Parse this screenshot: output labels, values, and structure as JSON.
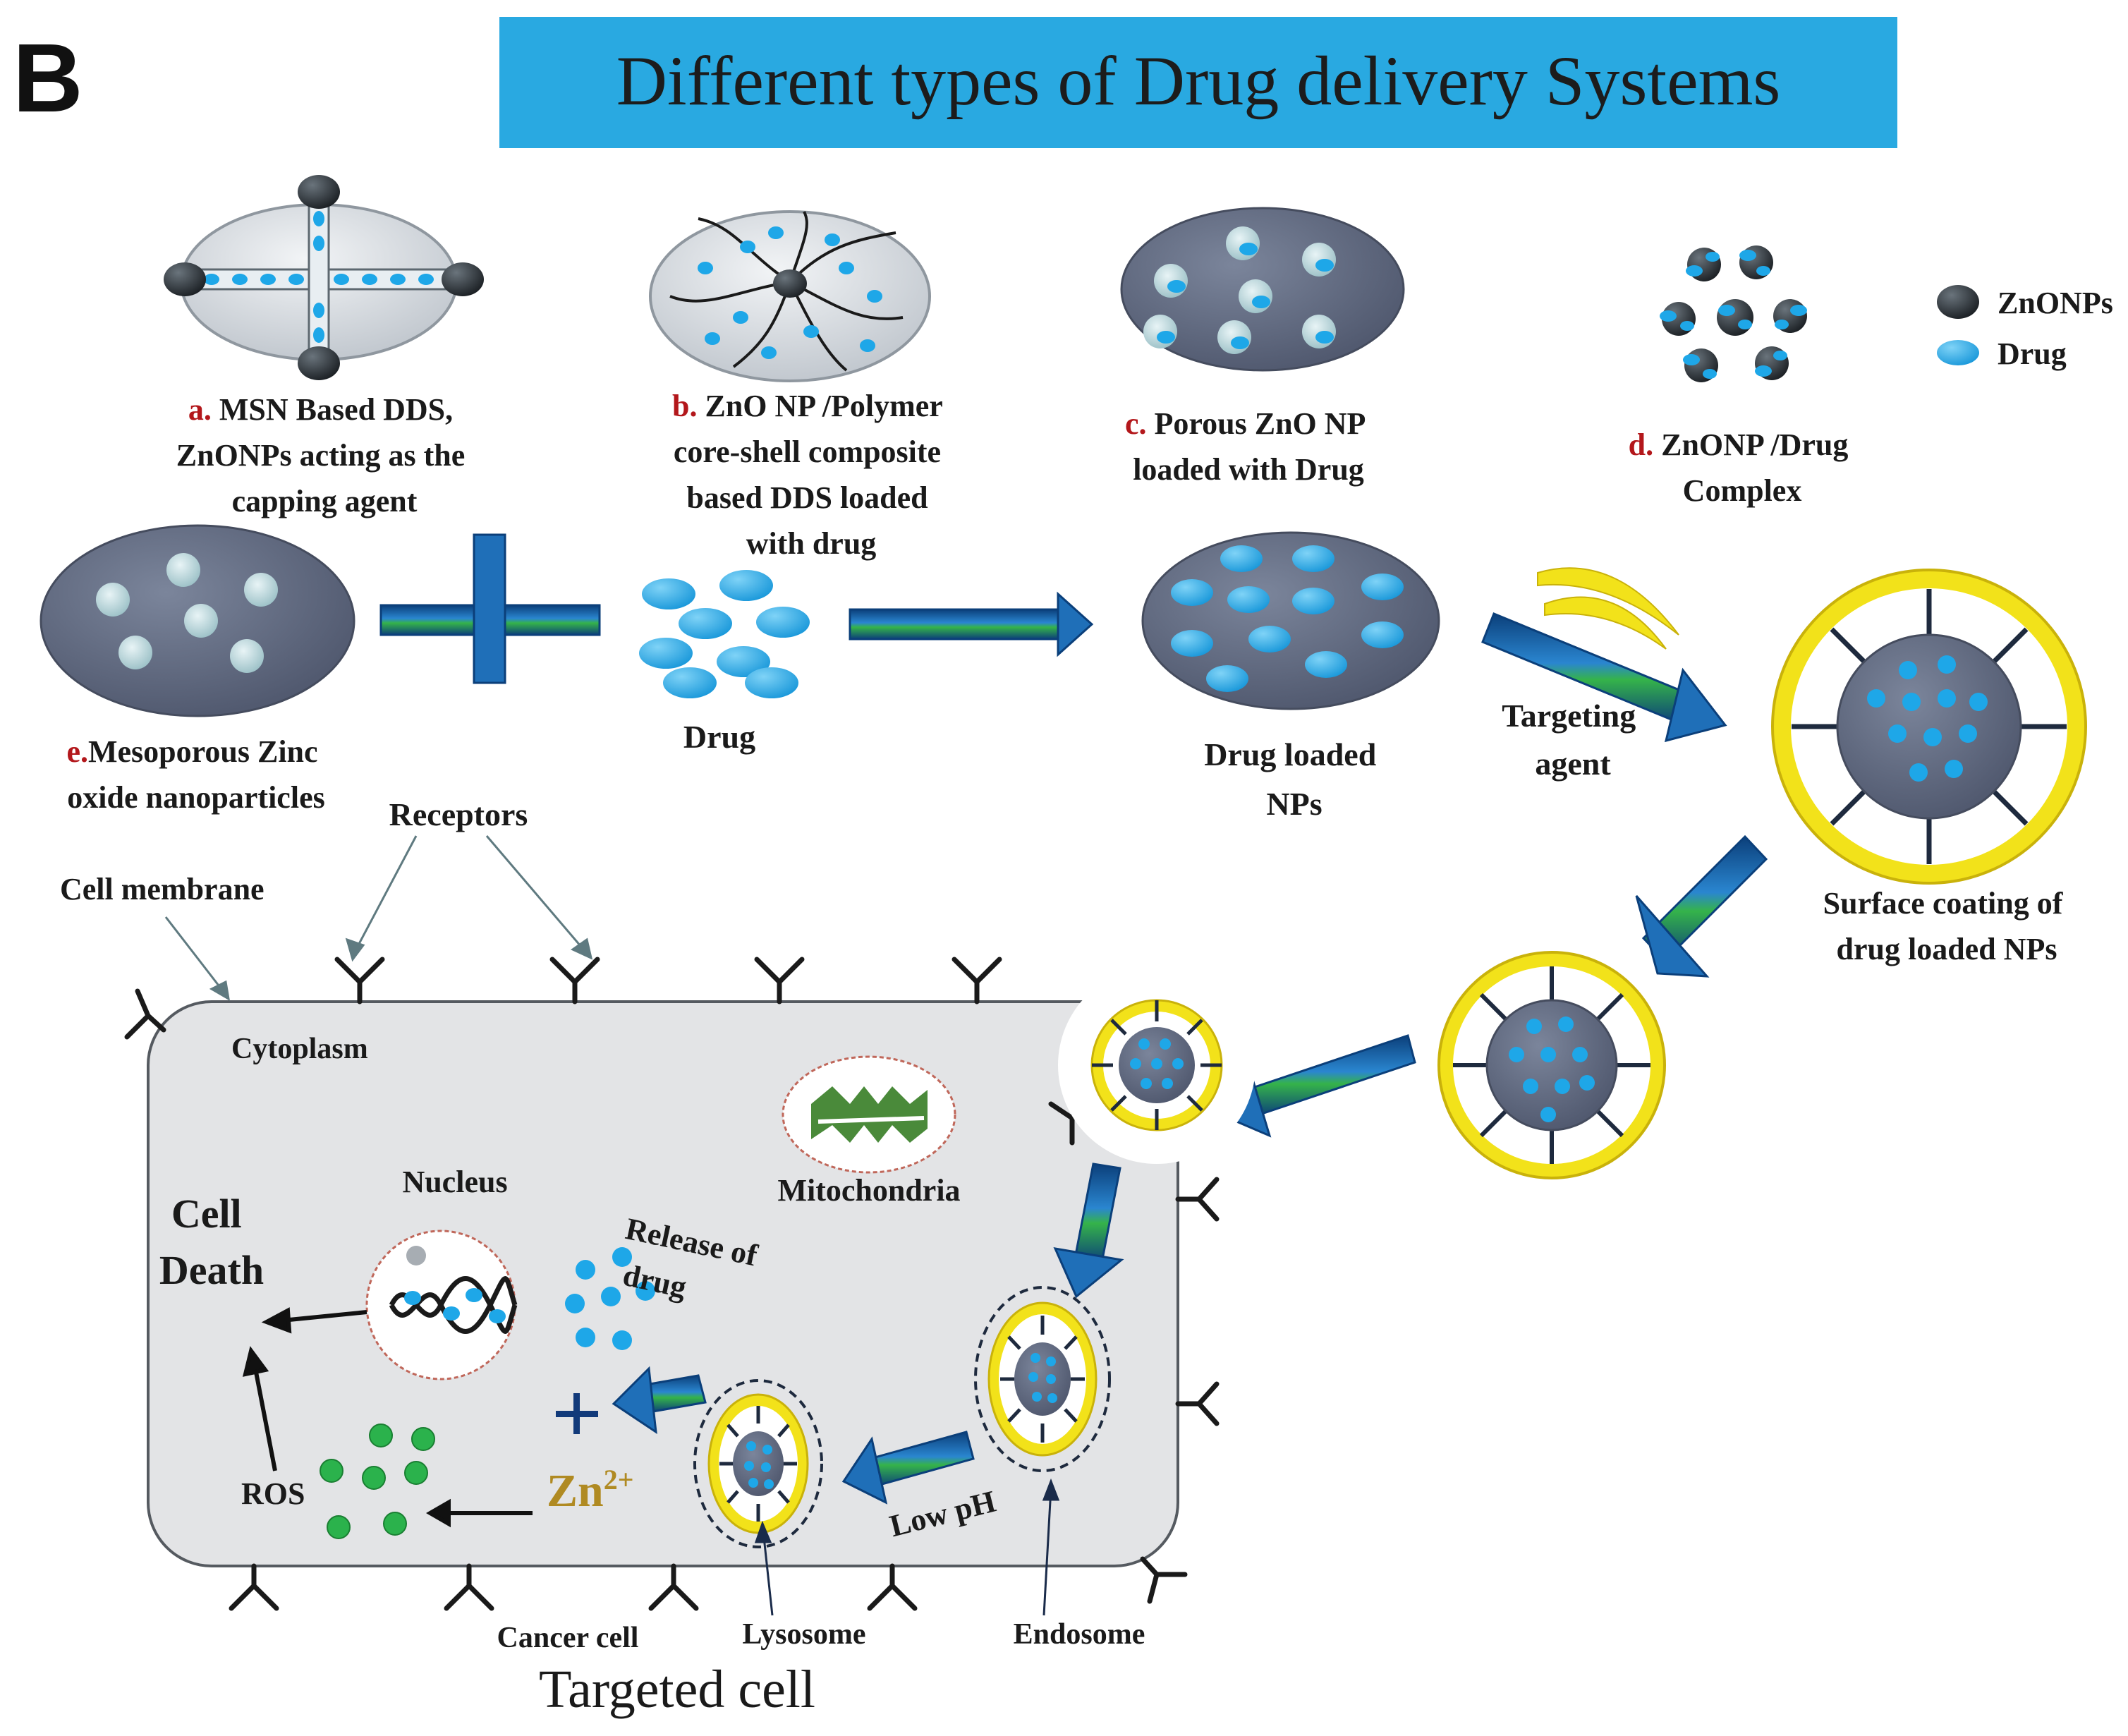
{
  "panel_letter": "B",
  "title": "Different types of Drug delivery Systems",
  "legend": {
    "items": [
      {
        "label": "ZnONPs",
        "icon": "zno-nanoparticle-icon",
        "color": "#20262b"
      },
      {
        "label": "Drug",
        "icon": "drug-capsule-icon",
        "color": "#1ea7e8"
      }
    ]
  },
  "systems": {
    "a": {
      "letter": "a.",
      "lines": [
        "MSN  Based DDS,",
        "ZnONPs  acting as the",
        "capping agent"
      ]
    },
    "b": {
      "letter": "b.",
      "lines": [
        "ZnO NP /Polymer",
        "core-shell composite",
        "based  DDS loaded",
        "with drug"
      ]
    },
    "c": {
      "letter": "c.",
      "lines": [
        "Porous  ZnO NP",
        "loaded with Drug"
      ]
    },
    "d": {
      "letter": "d.",
      "lines": [
        "ZnONP /Drug",
        "Complex"
      ]
    },
    "e": {
      "letter": "e.",
      "lines": [
        "Mesoporous Zinc",
        "oxide nanoparticles"
      ]
    }
  },
  "flow": {
    "drug": "Drug",
    "drug_loaded": [
      "Drug loaded",
      "NPs"
    ],
    "targeting_agent": [
      "Targeting",
      "agent"
    ],
    "surface_coating": [
      "Surface coating of",
      "drug loaded NPs"
    ]
  },
  "cell": {
    "receptors": "Receptors",
    "membrane": "Cell membrane",
    "cytoplasm": "Cytoplasm",
    "mitochondria": "Mitochondria",
    "nucleus": "Nucleus",
    "cell_death": [
      "Cell",
      "Death"
    ],
    "release_of_drug": [
      "Release of",
      "drug"
    ],
    "ros": "ROS",
    "zn_ion": "Zn",
    "zn_charge": "2+",
    "low_ph": "Low pH",
    "lysosome": "Lysosome",
    "endosome": "Endosome",
    "cancer_cell": "Cancer cell",
    "caption": "Targeted cell"
  },
  "colors": {
    "title_bar": "#29a9e1",
    "np_core": "#5a6378",
    "drug": "#1ea7e8",
    "coating": "#f2e21a",
    "arrow": "#1f6fb8",
    "arrow_accent": "#35b34a",
    "cell_fill": "#e3e4e6",
    "mitochondria": "#4a8a3a",
    "ros": "#2bb24c",
    "zn_label": "#b08a22",
    "label_red": "#b3171b"
  }
}
